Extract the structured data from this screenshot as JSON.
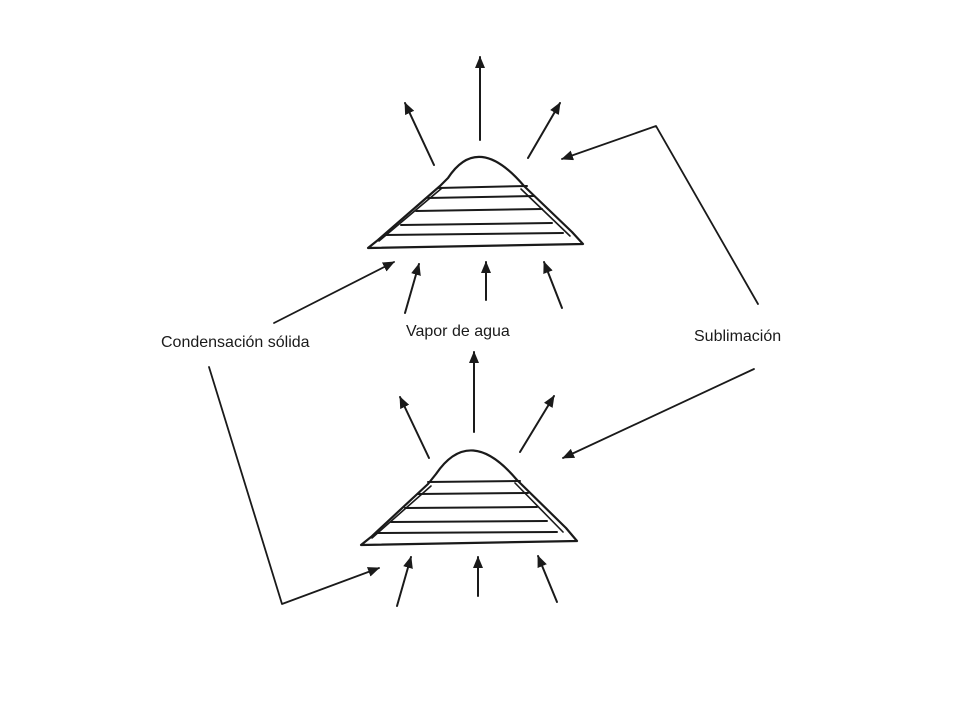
{
  "labels": {
    "condensation": "Condensación sólida",
    "vapor": "Vapor de agua",
    "sublimation": "Sublimación"
  },
  "colors": {
    "ink": "#1a1a1a",
    "background": "#ffffff"
  }
}
